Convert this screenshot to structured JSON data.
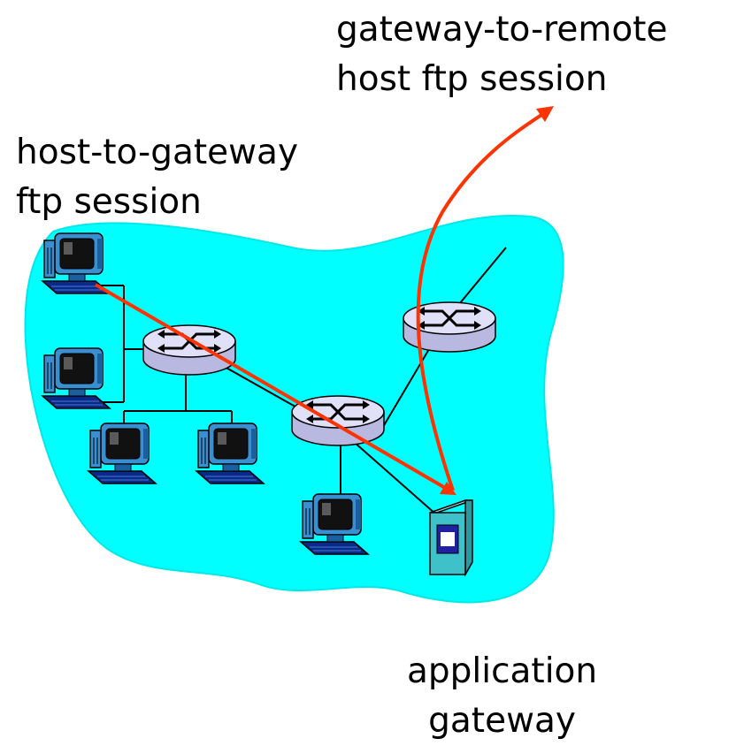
{
  "labels": {
    "gateway_to_remote": [
      "gateway-to-remote",
      "host ftp session"
    ],
    "host_to_gateway": [
      "host-to-gateway",
      "ftp session"
    ],
    "application_gateway": [
      "application",
      "gateway"
    ]
  },
  "colors": {
    "cloud": "#00ffff",
    "router_body": "#d8d8f8",
    "ftp_path": "#ff3300",
    "link": "#000000",
    "gateway_box": "#3fc1c9"
  },
  "icons": {
    "host": "desktop-computer-icon",
    "router": "router-icon",
    "gateway": "application-gateway-server-icon"
  }
}
